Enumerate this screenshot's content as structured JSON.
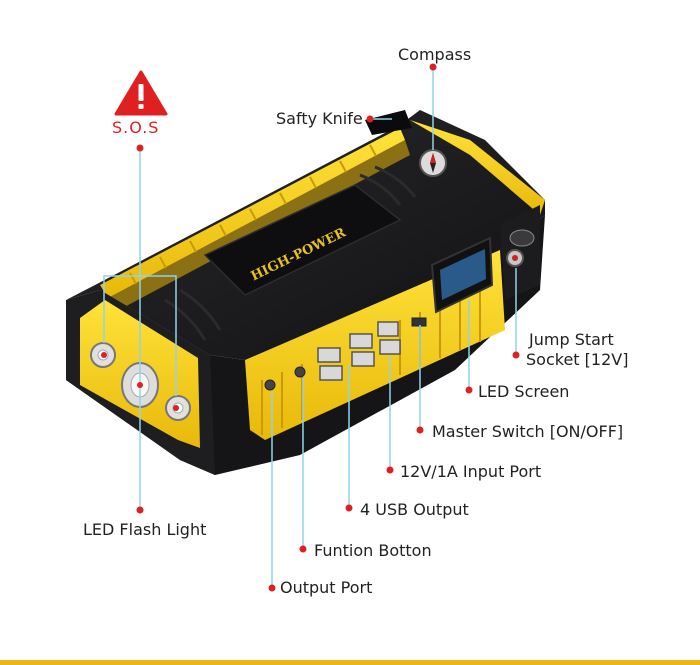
{
  "sos": {
    "text": "S.O.S",
    "sign_icon": "warning-triangle-icon",
    "sign_color": "#e02020"
  },
  "device": {
    "brand_text": "HIGH-POWER",
    "body_color": "#1b1b1d",
    "bumper_color": "#f3cf12",
    "screen_color": "#2a5a8a",
    "compass_icon": "compass-icon",
    "usb_icon": "usb-port-icon",
    "flashlight_icon": "flashlight-icon"
  },
  "callouts": {
    "compass": "Compass",
    "safety_knife": "Safty Knife",
    "jump_start_line1": "Jump Start",
    "jump_start_line2": "Socket [12V]",
    "led_screen": "LED Screen",
    "master_switch": "Master Switch [ON/OFF]",
    "input_port": "12V/1A Input Port",
    "usb_output": "4 USB Output",
    "function_button": "Funtion Botton",
    "output_port": "Output Port",
    "led_flash_light": "LED Flash Light"
  },
  "colors": {
    "leader_line": "#8fd3ec",
    "dot": "#e02020",
    "accent_bar": "#e8b71a"
  }
}
